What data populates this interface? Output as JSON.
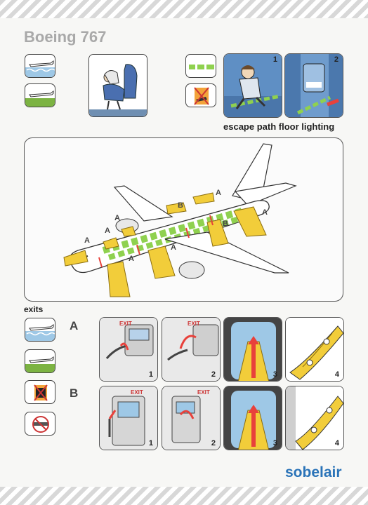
{
  "header": {
    "title": "Boeing 767"
  },
  "lighting": {
    "caption": "escape path floor lighting",
    "step1": "1",
    "step2": "2"
  },
  "aircraft": {
    "door_a": "A",
    "door_b": "B"
  },
  "exits": {
    "heading": "exits",
    "row_a_label": "A",
    "row_b_label": "B",
    "step_numbers": [
      "1",
      "2",
      "3",
      "4"
    ],
    "exit_sign": "EXIT"
  },
  "footer": {
    "brand": "sobelair"
  },
  "colors": {
    "water": "#9ec8e6",
    "land": "#7cb342",
    "slide": "#f2cd3a",
    "arrow": "#e8413b",
    "cabin_floor": "#8fd14f",
    "brand": "#2a73b8"
  }
}
